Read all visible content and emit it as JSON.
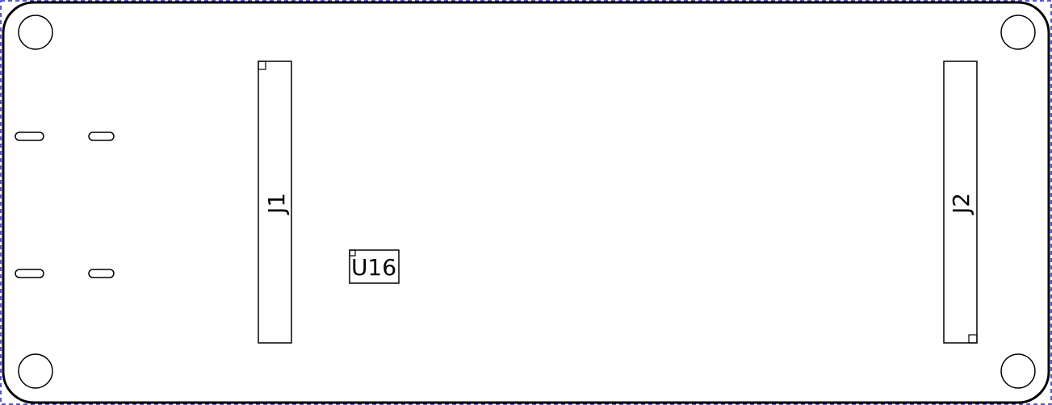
{
  "components": {
    "j1": {
      "designator": "J1"
    },
    "j2": {
      "designator": "J2"
    },
    "u16": {
      "designator": "U16"
    }
  },
  "colors": {
    "outline": "#000000",
    "boundary": "#1f1fcc",
    "board_fill": "#ffffff"
  }
}
